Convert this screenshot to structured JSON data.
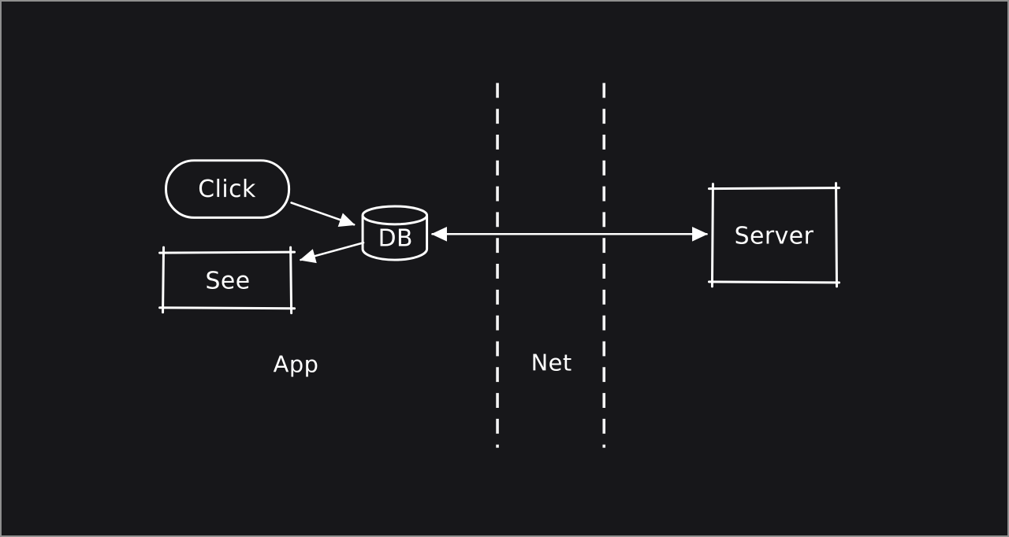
{
  "canvas": {
    "background_color": "#17171a",
    "frame_border_color": "#8f8f8f",
    "stroke_color": "#ffffff"
  },
  "diagram": {
    "nodes": [
      {
        "id": "click",
        "label": "Click",
        "shape": "rounded-pill"
      },
      {
        "id": "db",
        "label": "DB",
        "shape": "cylinder"
      },
      {
        "id": "see",
        "label": "See",
        "shape": "rectangle"
      },
      {
        "id": "server",
        "label": "Server",
        "shape": "rectangle"
      }
    ],
    "zones": [
      {
        "id": "app",
        "label": "App"
      },
      {
        "id": "net",
        "label": "Net",
        "boundary": "two-dashed-vertical-lines"
      }
    ],
    "edges": [
      {
        "from": "Click",
        "to": "DB",
        "direction": "one-way"
      },
      {
        "from": "DB",
        "to": "See",
        "direction": "one-way"
      },
      {
        "from": "DB",
        "to": "Server",
        "direction": "two-way"
      }
    ]
  }
}
